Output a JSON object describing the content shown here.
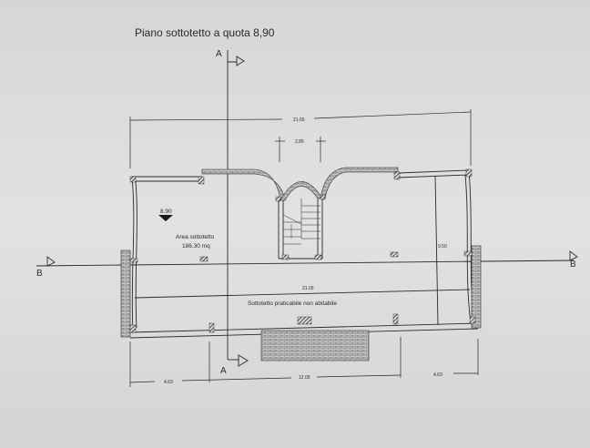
{
  "title": "Piano sottotetto a quota 8,90",
  "section_labels": {
    "a_top": "A",
    "a_bottom": "A",
    "b_left": "B",
    "b_right": "B"
  },
  "level_marker": "8.90",
  "rooms": {
    "area_label": "Area sottotetto",
    "area_value": "186.30 mq",
    "attic_label": "Sottotetto praticabile non abitabile"
  },
  "dimensions": {
    "overall_top": "21.65",
    "stair_width": "2.85",
    "inner_width": "21.05",
    "depth_right": "9.50",
    "bottom_left": "4.63",
    "bottom_center": "12.05",
    "bottom_right": "4.63"
  },
  "colors": {
    "paper": "#dcdcde",
    "ink": "#2a2a2a"
  }
}
